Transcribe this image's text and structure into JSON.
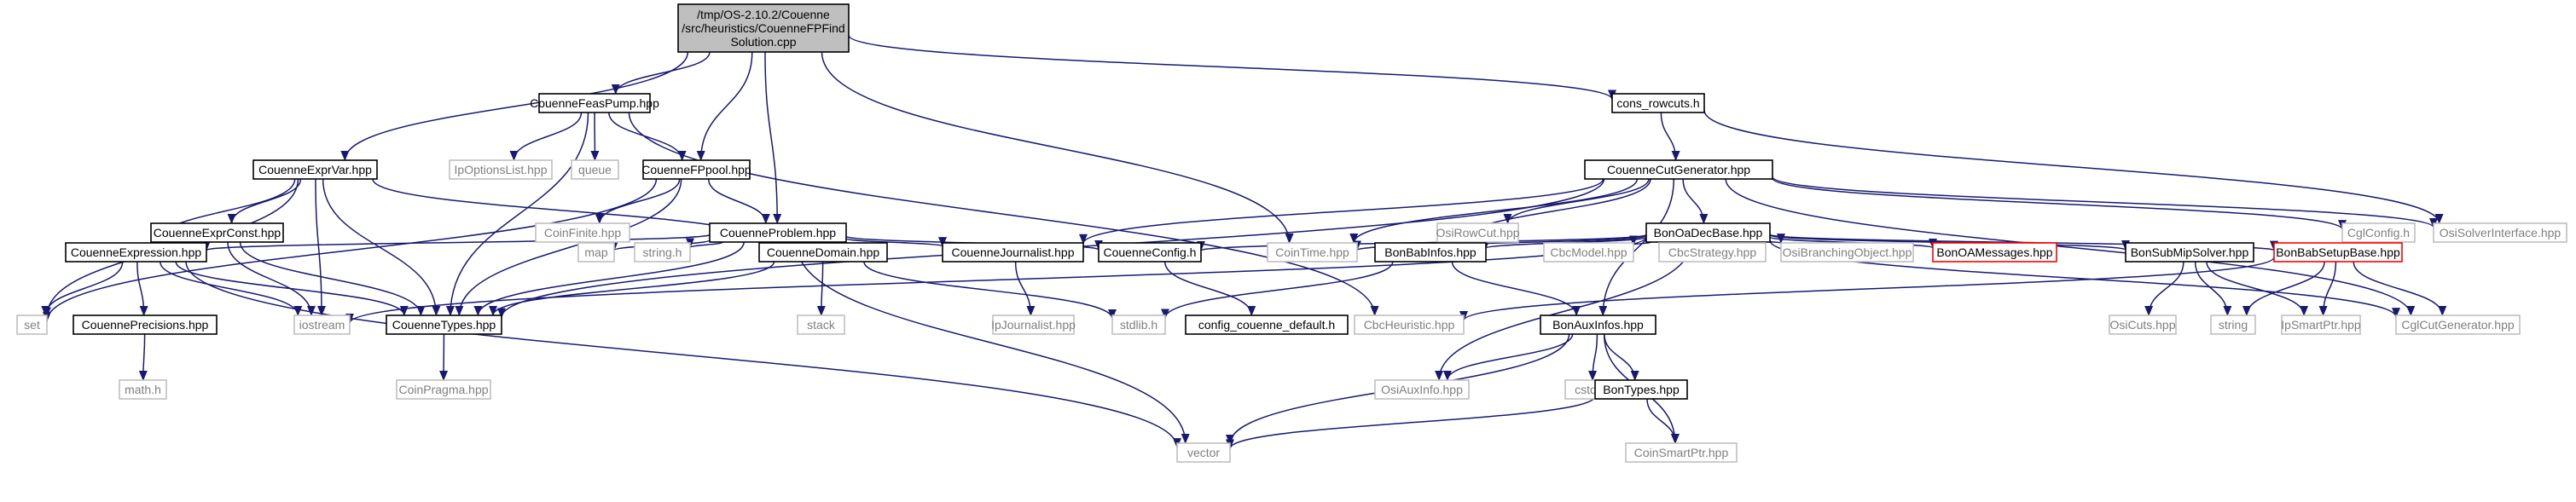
{
  "colors": {
    "edge": "#191970",
    "root_fill": "#bfbfbf",
    "root_border": "#000000",
    "documented_border": "#000000",
    "external_border": "#bfbfbf",
    "truncated_border": "#ff0000",
    "text_black": "#000000",
    "text_gray": "#7f7f7f"
  },
  "nodes": [
    {
      "id": "root",
      "lines": [
        "/tmp/OS-2.10.2/Couenne",
        "/src/heuristics/CouenneFPFind",
        "Solution.cpp"
      ],
      "kind": "root"
    },
    {
      "id": "feaspump",
      "lines": [
        "CouenneFeasPump.hpp"
      ],
      "kind": "documented"
    },
    {
      "id": "rowcuts",
      "lines": [
        "cons_rowcuts.h"
      ],
      "kind": "documented"
    },
    {
      "id": "exprvar",
      "lines": [
        "CouenneExprVar.hpp"
      ],
      "kind": "documented"
    },
    {
      "id": "ipoptlist",
      "lines": [
        "IpOptionsList.hpp"
      ],
      "kind": "external"
    },
    {
      "id": "queue",
      "lines": [
        "queue"
      ],
      "kind": "external"
    },
    {
      "id": "fppool",
      "lines": [
        "CouenneFPpool.hpp"
      ],
      "kind": "documented"
    },
    {
      "id": "cutgen",
      "lines": [
        "CouenneCutGenerator.hpp"
      ],
      "kind": "documented"
    },
    {
      "id": "exprconst",
      "lines": [
        "CouenneExprConst.hpp"
      ],
      "kind": "documented"
    },
    {
      "id": "coinfinite",
      "lines": [
        "CoinFinite.hpp"
      ],
      "kind": "external"
    },
    {
      "id": "problem",
      "lines": [
        "CouenneProblem.hpp"
      ],
      "kind": "documented"
    },
    {
      "id": "osirowcut",
      "lines": [
        "OsiRowCut.hpp"
      ],
      "kind": "external"
    },
    {
      "id": "bonoadecbase",
      "lines": [
        "BonOaDecBase.hpp"
      ],
      "kind": "documented"
    },
    {
      "id": "cglconfig",
      "lines": [
        "CglConfig.h"
      ],
      "kind": "external"
    },
    {
      "id": "osisolver",
      "lines": [
        "OsiSolverInterface.hpp"
      ],
      "kind": "external"
    },
    {
      "id": "expression",
      "lines": [
        "CouenneExpression.hpp"
      ],
      "kind": "documented"
    },
    {
      "id": "map",
      "lines": [
        "map"
      ],
      "kind": "external"
    },
    {
      "id": "string1",
      "lines": [
        "string.h"
      ],
      "kind": "external"
    },
    {
      "id": "domain",
      "lines": [
        "CouenneDomain.hpp"
      ],
      "kind": "documented"
    },
    {
      "id": "journalist",
      "lines": [
        "CouenneJournalist.hpp"
      ],
      "kind": "documented"
    },
    {
      "id": "config",
      "lines": [
        "CouenneConfig.h"
      ],
      "kind": "documented"
    },
    {
      "id": "cointime",
      "lines": [
        "CoinTime.hpp"
      ],
      "kind": "external"
    },
    {
      "id": "bonbabinfos",
      "lines": [
        "BonBabInfos.hpp"
      ],
      "kind": "documented"
    },
    {
      "id": "cbcmodel",
      "lines": [
        "CbcModel.hpp"
      ],
      "kind": "external"
    },
    {
      "id": "cbcstrategy",
      "lines": [
        "CbcStrategy.hpp"
      ],
      "kind": "external"
    },
    {
      "id": "osibranching",
      "lines": [
        "OsiBranchingObject.hpp"
      ],
      "kind": "external"
    },
    {
      "id": "bonoamessages",
      "lines": [
        "BonOAMessages.hpp"
      ],
      "kind": "truncated"
    },
    {
      "id": "bonsubmip",
      "lines": [
        "BonSubMipSolver.hpp"
      ],
      "kind": "documented"
    },
    {
      "id": "bonbabsetup",
      "lines": [
        "BonBabSetupBase.hpp"
      ],
      "kind": "truncated"
    },
    {
      "id": "set",
      "lines": [
        "set"
      ],
      "kind": "external"
    },
    {
      "id": "precisions",
      "lines": [
        "CouennePrecisions.hpp"
      ],
      "kind": "documented"
    },
    {
      "id": "iostream",
      "lines": [
        "iostream"
      ],
      "kind": "external"
    },
    {
      "id": "types",
      "lines": [
        "CouenneTypes.hpp"
      ],
      "kind": "documented"
    },
    {
      "id": "stack",
      "lines": [
        "stack"
      ],
      "kind": "external"
    },
    {
      "id": "ipjournalist",
      "lines": [
        "IpJournalist.hpp"
      ],
      "kind": "external"
    },
    {
      "id": "stdlib",
      "lines": [
        "stdlib.h"
      ],
      "kind": "external"
    },
    {
      "id": "configdefault",
      "lines": [
        "config_couenne_default.h"
      ],
      "kind": "documented"
    },
    {
      "id": "cbcheuristic",
      "lines": [
        "CbcHeuristic.hpp"
      ],
      "kind": "external"
    },
    {
      "id": "bonauxinfos",
      "lines": [
        "BonAuxInfos.hpp"
      ],
      "kind": "documented"
    },
    {
      "id": "osicuts",
      "lines": [
        "OsiCuts.hpp"
      ],
      "kind": "external"
    },
    {
      "id": "string2",
      "lines": [
        "string"
      ],
      "kind": "external"
    },
    {
      "id": "ipsmartptr",
      "lines": [
        "IpSmartPtr.hpp"
      ],
      "kind": "external"
    },
    {
      "id": "cglcutgen",
      "lines": [
        "CglCutGenerator.hpp"
      ],
      "kind": "external"
    },
    {
      "id": "mathh",
      "lines": [
        "math.h"
      ],
      "kind": "external"
    },
    {
      "id": "coinpragma",
      "lines": [
        "CoinPragma.hpp"
      ],
      "kind": "external"
    },
    {
      "id": "osiauxinfo",
      "lines": [
        "OsiAuxInfo.hpp"
      ],
      "kind": "external"
    },
    {
      "id": "cstdlib",
      "lines": [
        "cstdlib"
      ],
      "kind": "external"
    },
    {
      "id": "bontypes",
      "lines": [
        "BonTypes.hpp"
      ],
      "kind": "documented"
    },
    {
      "id": "vector",
      "lines": [
        "vector"
      ],
      "kind": "external"
    },
    {
      "id": "coinsmartptr",
      "lines": [
        "CoinSmartPtr.hpp"
      ],
      "kind": "external"
    }
  ],
  "edges": [
    [
      "root",
      "feaspump"
    ],
    [
      "root",
      "rowcuts"
    ],
    [
      "root",
      "exprvar"
    ],
    [
      "root",
      "fppool"
    ],
    [
      "root",
      "problem"
    ],
    [
      "root",
      "cointime"
    ],
    [
      "feaspump",
      "ipoptlist"
    ],
    [
      "feaspump",
      "queue"
    ],
    [
      "feaspump",
      "fppool"
    ],
    [
      "feaspump",
      "types"
    ],
    [
      "feaspump",
      "cbcheuristic"
    ],
    [
      "rowcuts",
      "cutgen"
    ],
    [
      "rowcuts",
      "osisolver"
    ],
    [
      "exprvar",
      "exprconst"
    ],
    [
      "exprvar",
      "expression"
    ],
    [
      "exprvar",
      "set"
    ],
    [
      "exprvar",
      "iostream"
    ],
    [
      "exprvar",
      "types"
    ],
    [
      "exprvar",
      "domain"
    ],
    [
      "fppool",
      "coinfinite"
    ],
    [
      "fppool",
      "problem"
    ],
    [
      "fppool",
      "types"
    ],
    [
      "fppool",
      "set"
    ],
    [
      "cutgen",
      "osirowcut"
    ],
    [
      "cutgen",
      "bonoadecbase"
    ],
    [
      "cutgen",
      "cglconfig"
    ],
    [
      "cutgen",
      "osisolver"
    ],
    [
      "cutgen",
      "journalist"
    ],
    [
      "cutgen",
      "cointime"
    ],
    [
      "cutgen",
      "bonbabinfos"
    ],
    [
      "cutgen",
      "bonauxinfos"
    ],
    [
      "cutgen",
      "cglcutgen"
    ],
    [
      "cutgen",
      "types"
    ],
    [
      "exprconst",
      "expression"
    ],
    [
      "exprconst",
      "iostream"
    ],
    [
      "exprconst",
      "types"
    ],
    [
      "problem",
      "expression"
    ],
    [
      "problem",
      "map"
    ],
    [
      "problem",
      "string1"
    ],
    [
      "problem",
      "domain"
    ],
    [
      "problem",
      "journalist"
    ],
    [
      "problem",
      "config"
    ],
    [
      "problem",
      "types"
    ],
    [
      "problem",
      "vector"
    ],
    [
      "bonoadecbase",
      "config"
    ],
    [
      "bonoadecbase",
      "cointime"
    ],
    [
      "bonoadecbase",
      "bonbabinfos"
    ],
    [
      "bonoadecbase",
      "cbcmodel"
    ],
    [
      "bonoadecbase",
      "cbcstrategy"
    ],
    [
      "bonoadecbase",
      "osibranching"
    ],
    [
      "bonoadecbase",
      "bonoamessages"
    ],
    [
      "bonoadecbase",
      "bonsubmip"
    ],
    [
      "bonoadecbase",
      "bonbabsetup"
    ],
    [
      "bonoadecbase",
      "cglcutgen"
    ],
    [
      "bonoadecbase",
      "iostream"
    ],
    [
      "bonoadecbase",
      "osiauxinfo"
    ],
    [
      "expression",
      "set"
    ],
    [
      "expression",
      "precisions"
    ],
    [
      "expression",
      "iostream"
    ],
    [
      "expression",
      "types"
    ],
    [
      "expression",
      "vector"
    ],
    [
      "domain",
      "types"
    ],
    [
      "domain",
      "stack"
    ],
    [
      "domain",
      "stdlib"
    ],
    [
      "journalist",
      "ipjournalist"
    ],
    [
      "config",
      "configdefault"
    ],
    [
      "bonbabinfos",
      "stdlib"
    ],
    [
      "bonbabinfos",
      "bonauxinfos"
    ],
    [
      "bonsubmip",
      "osicuts"
    ],
    [
      "bonsubmip",
      "string2"
    ],
    [
      "bonsubmip",
      "ipsmartptr"
    ],
    [
      "bonbabsetup",
      "cbcheuristic"
    ],
    [
      "bonbabsetup",
      "string2"
    ],
    [
      "bonbabsetup",
      "ipsmartptr"
    ],
    [
      "bonbabsetup",
      "cglcutgen"
    ],
    [
      "precisions",
      "mathh"
    ],
    [
      "types",
      "coinpragma"
    ],
    [
      "bonauxinfos",
      "osiauxinfo"
    ],
    [
      "bonauxinfos",
      "cstdlib"
    ],
    [
      "bonauxinfos",
      "bontypes"
    ],
    [
      "bonauxinfos",
      "vector"
    ],
    [
      "bonauxinfos",
      "coinsmartptr"
    ],
    [
      "bontypes",
      "vector"
    ],
    [
      "bontypes",
      "coinsmartptr"
    ]
  ]
}
